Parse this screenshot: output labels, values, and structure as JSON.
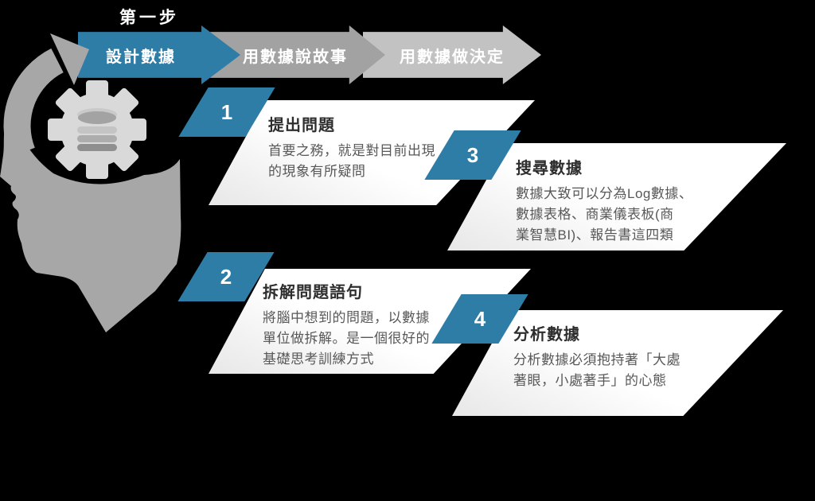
{
  "colors": {
    "background": "#000000",
    "accent_blue": "#2e7da7",
    "arrow_gray": "#a2a2a2",
    "arrow_light_gray": "#c2c2c2",
    "card_background": "#ffffff",
    "title_text": "#2e2e2e",
    "body_text": "#585858",
    "head_gray": "#a7a7a7",
    "gear_gray": "#d9d9d9"
  },
  "step_label": "第一步",
  "flow": [
    {
      "label": "設計數據",
      "highlighted": true
    },
    {
      "label": "用數據說故事",
      "highlighted": false
    },
    {
      "label": "用數據做決定",
      "highlighted": false
    }
  ],
  "cards": [
    {
      "number": "1",
      "title": "提出問題",
      "body": "首要之務，就是對目前出現\n的現象有所疑問"
    },
    {
      "number": "2",
      "title": "拆解問題語句",
      "body": "將腦中想到的問題，以數據\n單位做拆解。是一個很好的\n基礎思考訓練方式"
    },
    {
      "number": "3",
      "title": "搜尋數據",
      "body": "數據大致可以分為Log數據、\n數據表格、商業儀表板(商\n業智慧BI)、報告書這四類"
    },
    {
      "number": "4",
      "title": "分析數據",
      "body": "分析數據必須抱持著「大處\n著眼，小處著手」的心態"
    }
  ],
  "icons": {
    "head": "head-silhouette-icon",
    "swirl": "swirl-arrow-icon",
    "gear": "gear-icon",
    "database": "database-icon"
  }
}
